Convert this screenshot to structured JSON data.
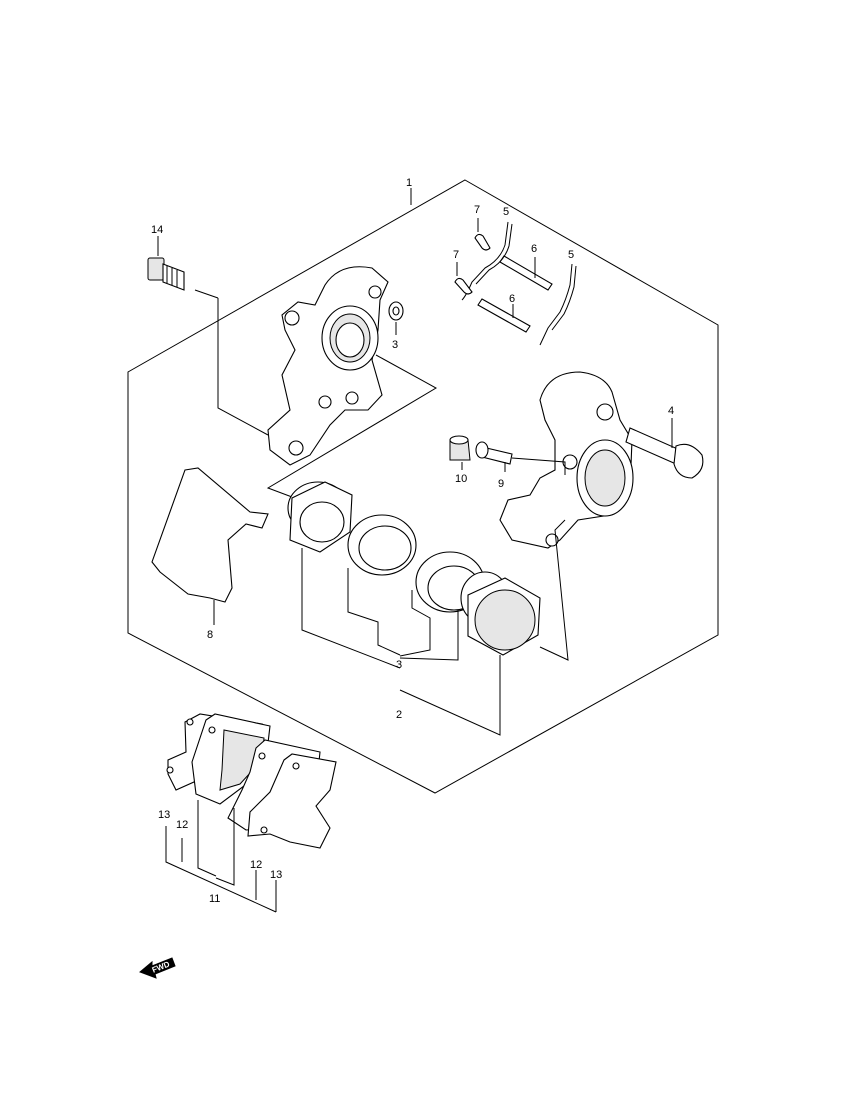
{
  "diagram": {
    "callouts": {
      "c1": "1",
      "c2": "2",
      "c3a": "3",
      "c3b": "3",
      "c4": "4",
      "c5a": "5",
      "c5b": "5",
      "c6a": "6",
      "c6b": "6",
      "c7a": "7",
      "c7b": "7",
      "c8": "8",
      "c9": "9",
      "c10": "10",
      "c11": "11",
      "c12a": "12",
      "c12b": "12",
      "c13a": "13",
      "c13b": "13",
      "c14": "14"
    },
    "fwd_label": "FWD"
  }
}
